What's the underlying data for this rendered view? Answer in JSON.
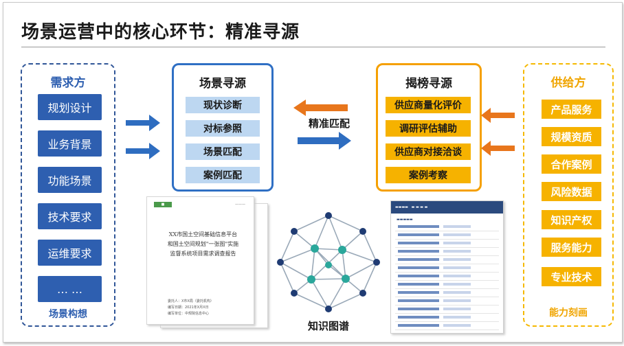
{
  "title": "场景运营中的核心环节：精准寻源",
  "demand": {
    "heading": "需求方",
    "items": [
      "规划设计",
      "业务背景",
      "功能场景",
      "技术要求",
      "运维要求",
      "… …"
    ],
    "footer": "场景构想"
  },
  "scene_sourcing": {
    "heading": "场景寻源",
    "items": [
      "现状诊断",
      "对标参照",
      "场景匹配",
      "案例匹配"
    ]
  },
  "match_label": "精准匹配",
  "ranking_sourcing": {
    "heading": "揭榜寻源",
    "items": [
      "供应商量化评价",
      "调研评估辅助",
      "供应商对接洽谈",
      "案例考察"
    ]
  },
  "supply": {
    "heading": "供给方",
    "items": [
      "产品服务",
      "规模资质",
      "合作案例",
      "风险数据",
      "知识产权",
      "服务能力",
      "专业技术"
    ],
    "footer": "能力刻画"
  },
  "knowledge_graph_label": "知识图谱",
  "document": {
    "title": "XX市国土空间基础信息平台和国土空间规划\"一张图\"实施监督系统项目需求调查报告",
    "meta": [
      "委托人：X市X局（委托机构）",
      "编写日期：2021年X月X日",
      "编写单位：中规院信息中心"
    ]
  },
  "colors": {
    "blue": "#2e5fb0",
    "light_blue": "#bdd7f1",
    "orange": "#f6b200",
    "arrow_orange": "#e8761c",
    "arrow_blue": "#2e6dc0"
  }
}
